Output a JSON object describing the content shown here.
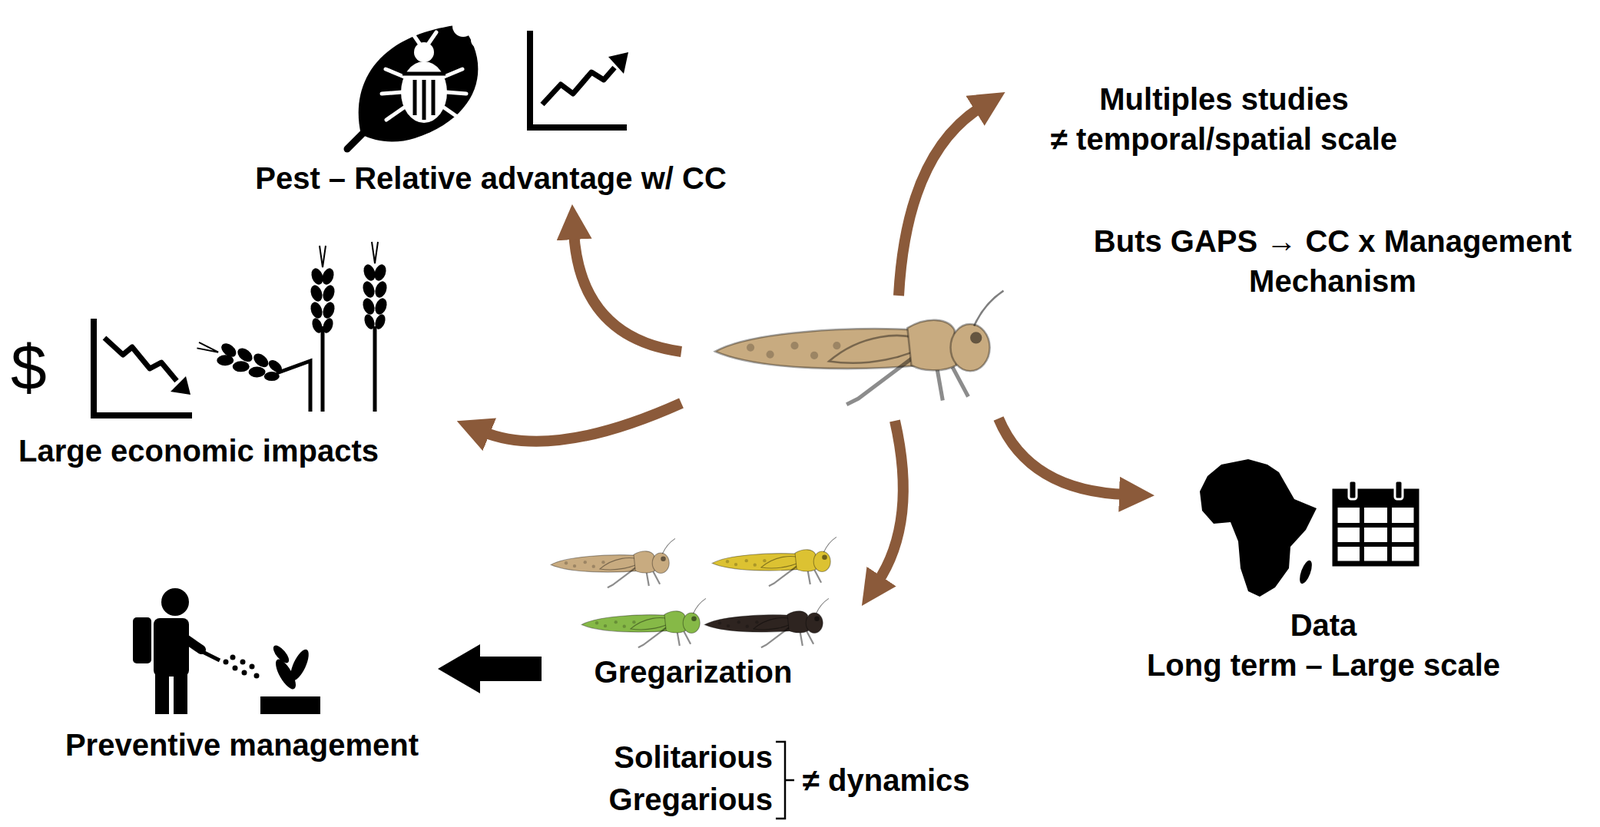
{
  "diagram": {
    "nodes": [
      {
        "text": [
          "Pest – Relative advantage w/ CC"
        ]
      },
      {
        "text": [
          "Multiples studies",
          "≠ temporal/spatial scale"
        ]
      },
      {
        "text": [
          "Large economic impacts"
        ]
      },
      {
        "text": [
          "Data",
          "Long term – Large scale"
        ]
      },
      {
        "text": [
          "Gregarization"
        ]
      },
      {
        "text": [
          "Preventive management"
        ]
      }
    ],
    "edges": [
      {
        "from": 4,
        "to": 5,
        "arrow": "to"
      }
    ],
    "labels": [
      "$",
      "Buts GAPS → CC x Management Mechanism",
      "Solitarious",
      "Gregarious",
      "≠ dynamics"
    ]
  }
}
